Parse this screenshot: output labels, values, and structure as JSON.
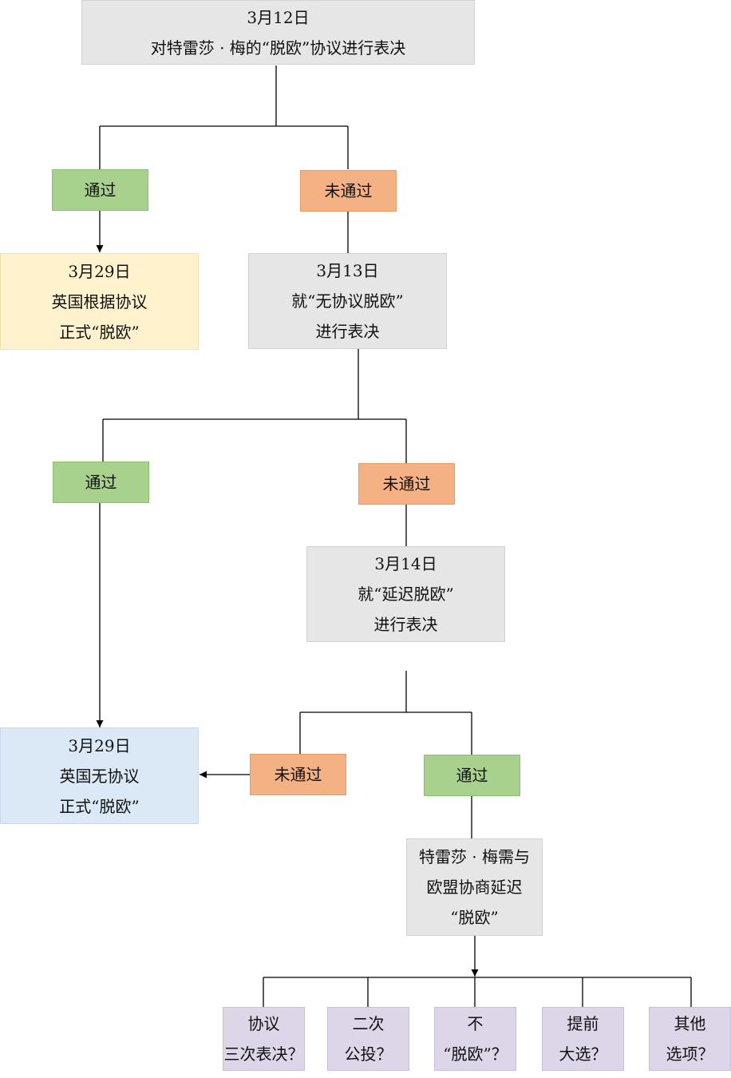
{
  "colors": {
    "event": "#e6e6e6",
    "pass": "#a9d18e",
    "fail": "#f4b183",
    "outcome_deal": "#fff2cc",
    "outcome_nodeal": "#dbe8f5",
    "options": "#ddd5e8",
    "line": "#000000"
  },
  "vote1": {
    "date": "3月12日",
    "desc": "对特雷莎 · 梅的“脱欧”协议进行表决"
  },
  "branch1": {
    "pass": "通过",
    "fail": "未通过"
  },
  "outcome_deal": {
    "date": "3月29日",
    "line1": "英国根据协议",
    "line2": "正式“脱欧”"
  },
  "vote2": {
    "date": "3月13日",
    "line1": "就“无协议脱欧”",
    "line2": "进行表决"
  },
  "branch2": {
    "pass": "通过",
    "fail": "未通过"
  },
  "vote3": {
    "date": "3月14日",
    "line1": "就“延迟脱欧”",
    "line2": "进行表决"
  },
  "outcome_nodeal": {
    "date": "3月29日",
    "line1": "英国无协议",
    "line2": "正式“脱欧”"
  },
  "branch3": {
    "fail": "未通过",
    "pass": "通过"
  },
  "negotiate": {
    "line1": "特雷莎 · 梅需与",
    "line2": "欧盟协商延迟",
    "line3": "“脱欧”"
  },
  "options": [
    {
      "line1": "协议",
      "line2": "三次表决？"
    },
    {
      "line1": "二次",
      "line2": "公投？"
    },
    {
      "line1": "不",
      "line2": "“脱欧”？"
    },
    {
      "line1": "提前",
      "line2": "大选？"
    },
    {
      "line1": "其他",
      "line2": "选项？"
    }
  ]
}
